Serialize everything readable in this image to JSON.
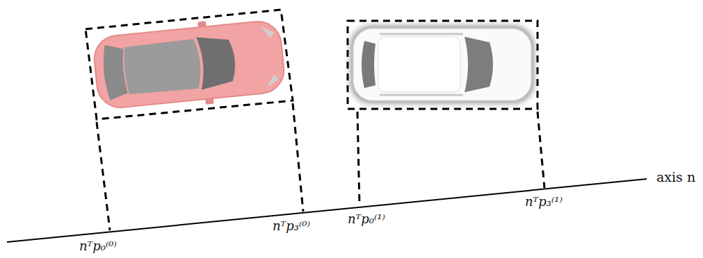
{
  "diagram": {
    "labels": [
      "nᵀp₀⁽⁰⁾",
      "nᵀp₃⁽⁰⁾",
      "nᵀp₀⁽¹⁾",
      "nᵀp₃⁽¹⁾",
      "axis n"
    ]
  }
}
